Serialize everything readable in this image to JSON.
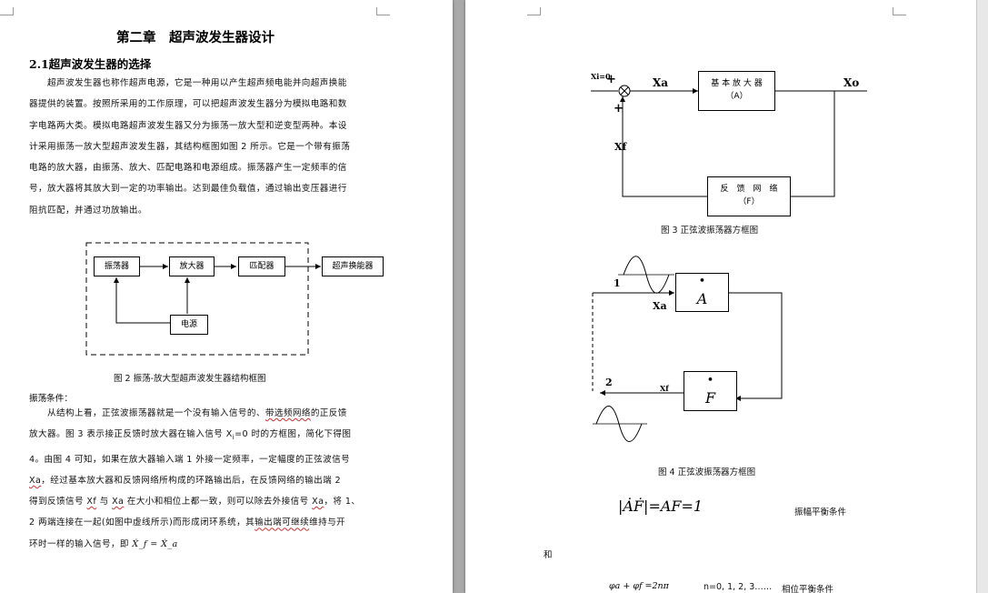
{
  "left": {
    "chapter_title": "第二章　超声波发生器设计",
    "section_title": "2.1超声波发生器的选择",
    "para1_lines": [
      "　　超声波发生器也称作超声电源，它是一种用以产生超声频电能并向超声换能",
      "器提供的装置。按照所采用的工作原理，可以把超声波发生器分为模拟电路和数",
      "字电路两大类。模拟电路超声波发生器又分为振荡一放大型和逆变型两种。本设",
      "计采用振荡一放大型超声波发生器，其结构框图如图 2 所示。它是一个带有振荡",
      "电路的放大器，由振荡、放大、匹配电路和电源组成。振荡器产生一定频率的信",
      "号，放大器将其放大到一定的功率输出。达到最佳负载值，通过输出变压器进行",
      "阻抗匹配，并通过功放输出。"
    ],
    "fig2": {
      "oscillator": "振荡器",
      "amplifier": "放大器",
      "matching": "匹配器",
      "transducer": "超声换能器",
      "power": "电源",
      "caption": "图 2  振荡-放大型超声波发生器结构框图"
    },
    "condition_label": "振荡条件：",
    "para2": {
      "l1": "　　从结构上看，正弦波振荡器就是一个没有输入信号的、",
      "l1u": "带选频网络",
      "l1b": "的正反馈",
      "l2": "放大器。图 3 表示接正反馈时放大器在输入信号 X",
      "l2sub": "i",
      "l2b": "=0 时的方框图，简化下得图",
      "l3": "4。由图 4 可知，如果在放大器输入端 1 外接一定频率，一定幅度的正弦波信号",
      "l4u": "Xa",
      "l4": "，经过基本放大器和反馈网络所构成的环路输出后，在反馈网络的输出端  2",
      "l5": "得到反馈信号 ",
      "l5u1": "Xf",
      "l5b": " 与 ",
      "l5u2": "Xa",
      "l5c": " 在大小和相位上都一致，则可以除去外接信号 ",
      "l5u3": "Xa",
      "l5d": "，将 1、",
      "l6": "2 两端连接在一起(如图中虚线所示)而形成闭环系统，其",
      "l6u": "输出端可继续",
      "l6b": "维持与开",
      "l7": "环时一样的输入信号，即 ",
      "l7eq": "Ẋ_f = Ẋ_a"
    }
  },
  "right": {
    "fig3": {
      "xi": "Xi=0",
      "plus1": "+",
      "plus2": "+",
      "xa": "Xa",
      "xo": "Xo",
      "xf": "Xf",
      "amp_line1": "基 本 放 大 器",
      "amp_line2": "（A）",
      "fb_line1": "反　馈　网　络",
      "fb_line2": "（F）",
      "caption": "图 3  正弦波振荡器方框图"
    },
    "fig4": {
      "n1": "1",
      "n2": "2",
      "xa": "Xa",
      "xf": "Xf",
      "a": "A",
      "f": "F",
      "caption": "图 4    正弦波振荡器方框图"
    },
    "eq_amp": "|ȦḞ|=AF=1",
    "eq_amp_label": "振幅平衡条件",
    "and_label": "和",
    "eq_phase": "φa + φf =2nπ",
    "eq_phase_n": "n=0, 1, 2, 3……",
    "eq_phase_label": "相位平衡条件"
  }
}
